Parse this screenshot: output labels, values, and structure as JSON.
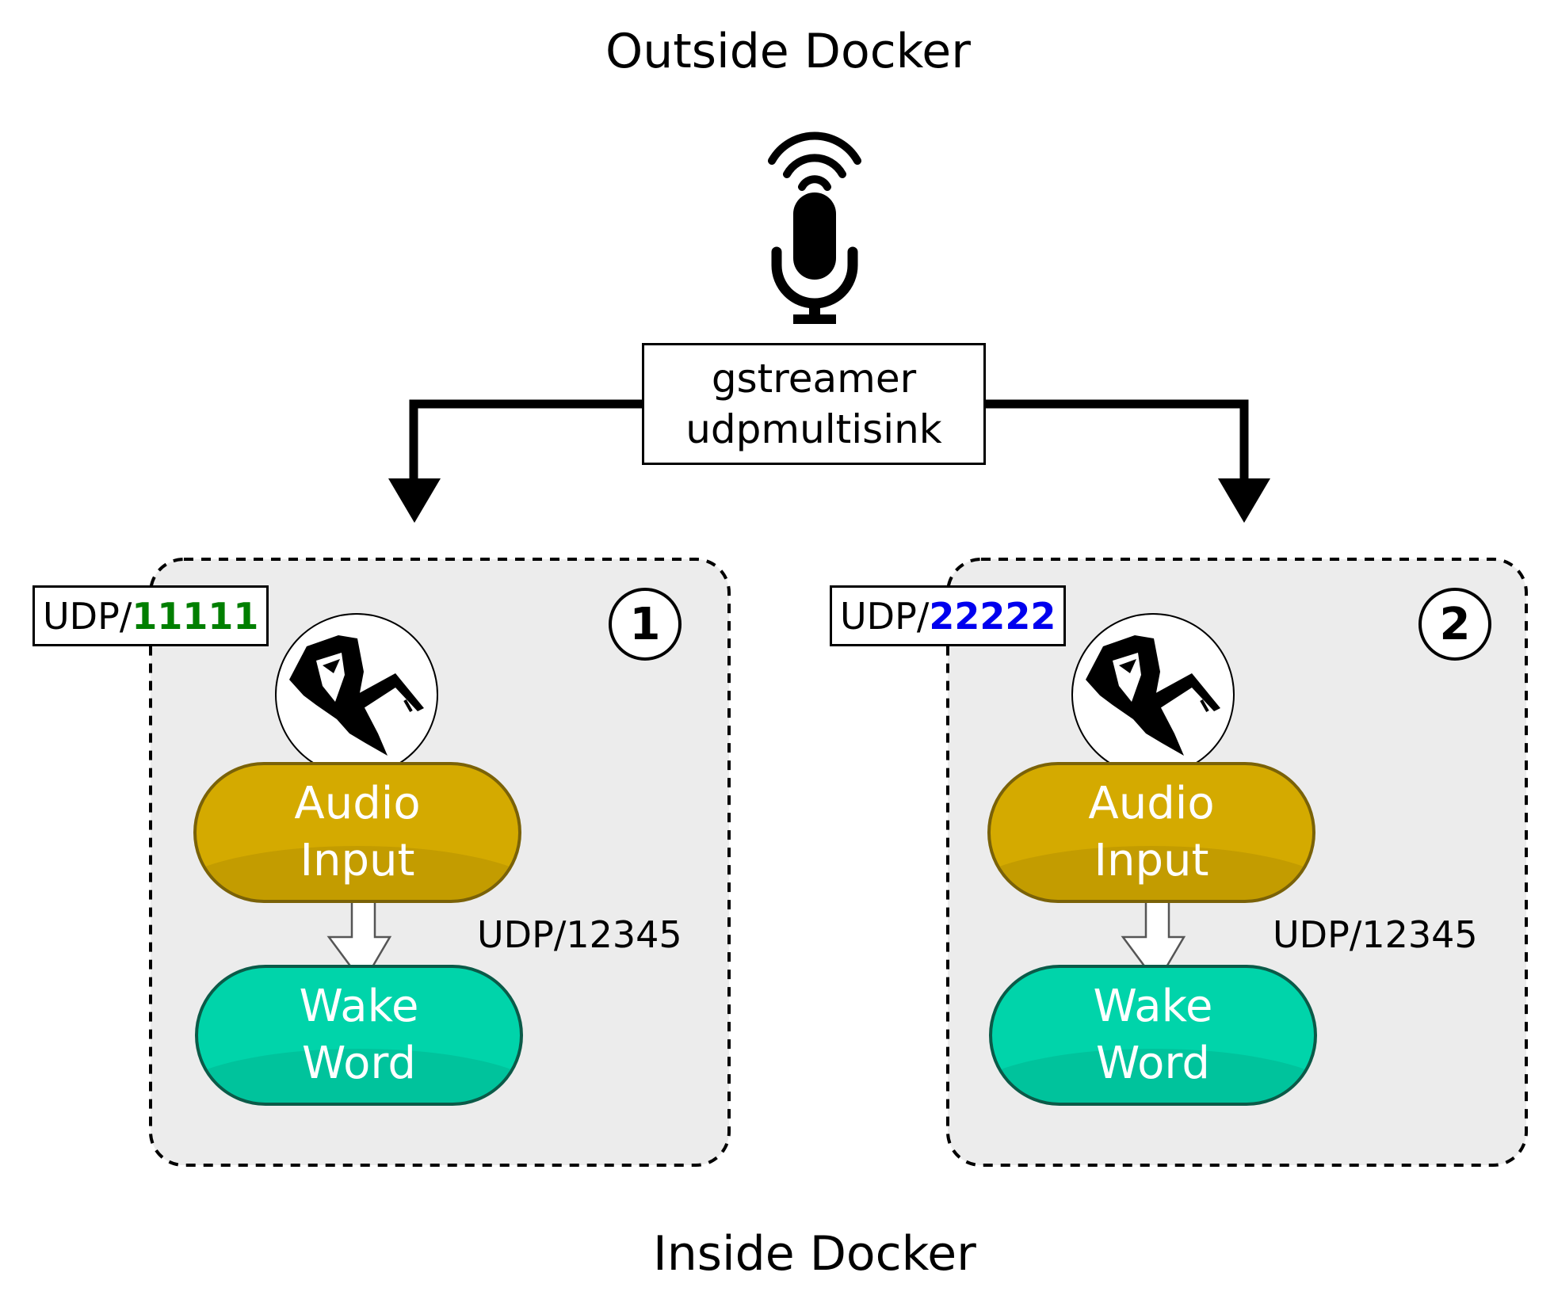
{
  "headings": {
    "outside": "Outside Docker",
    "inside": "Inside Docker"
  },
  "source": {
    "icon": "microphone-wifi-icon",
    "box_line1": "gstreamer",
    "box_line2": "udpmultisink"
  },
  "containers": [
    {
      "number": "1",
      "port_prefix": "UDP/",
      "port_number": "11111",
      "port_color": "#007f00",
      "logo_icon": "hooded-figure-logo-icon",
      "audio_line1": "Audio",
      "audio_line2": "Input",
      "wake_line1": "Wake",
      "wake_line2": "Word",
      "link_label": "UDP/12345"
    },
    {
      "number": "2",
      "port_prefix": "UDP/",
      "port_number": "22222",
      "port_color": "#0000ee",
      "logo_icon": "hooded-figure-logo-icon",
      "audio_line1": "Audio",
      "audio_line2": "Input",
      "wake_line1": "Wake",
      "wake_line2": "Word",
      "link_label": "UDP/12345"
    }
  ],
  "colors": {
    "container_fill": "#ececec",
    "audio_fill": "#d4aa00",
    "wake_fill": "#00d4aa"
  }
}
